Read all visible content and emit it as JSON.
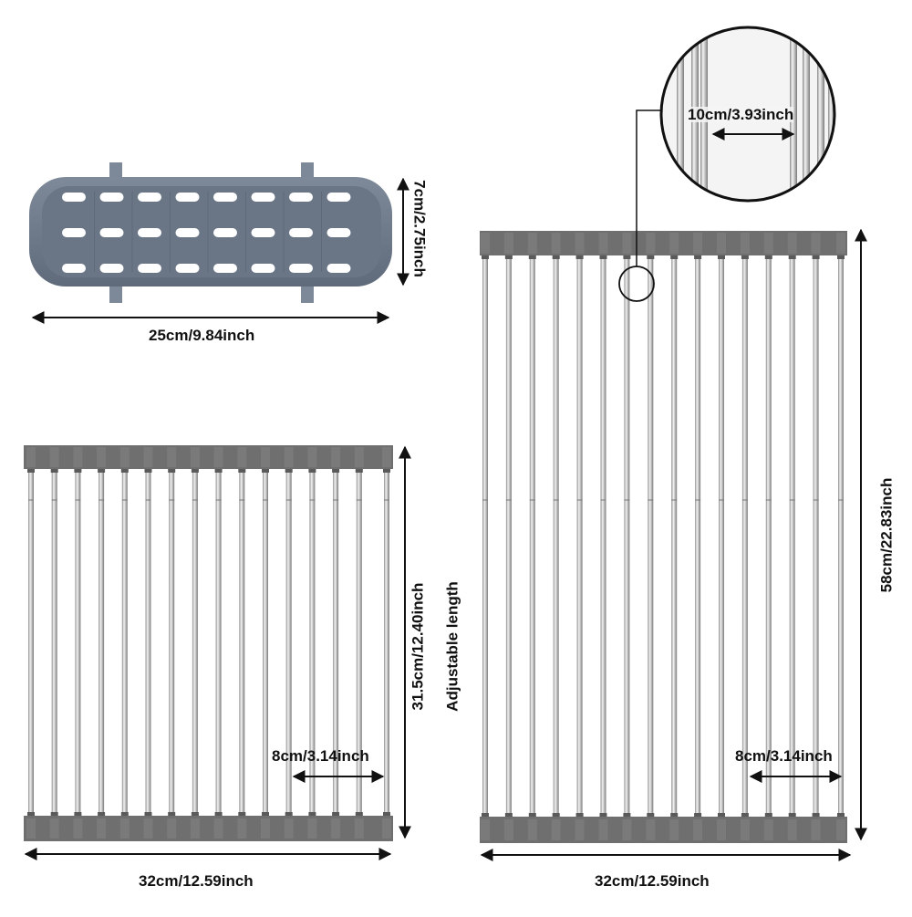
{
  "colors": {
    "frame": "#6f6f6f",
    "frame_dark": "#5a5a5a",
    "tray": "#6e7a8a",
    "tray_inner": "#5d6878",
    "rod_light": "#e6e6e6",
    "rod_dark": "#8a8a8a",
    "arrow": "#111111"
  },
  "tray": {
    "width_label": "25cm/9.84inch",
    "height_label": "7cm/2.75inch",
    "slot_rows": 3,
    "slot_cols": 8
  },
  "short_rack": {
    "height_label": "31.5cm/12.40inch",
    "adjustable_label": "Adjustable length",
    "extension_label": "8cm/3.14inch",
    "width_label": "32cm/12.59inch",
    "rod_count": 16
  },
  "long_rack": {
    "height_label": "58cm/22.83inch",
    "extension_label": "8cm/3.14inch",
    "width_label": "32cm/12.59inch",
    "rod_count": 16
  },
  "zoom_detail": {
    "spacing_label": "10cm/3.93inch"
  }
}
